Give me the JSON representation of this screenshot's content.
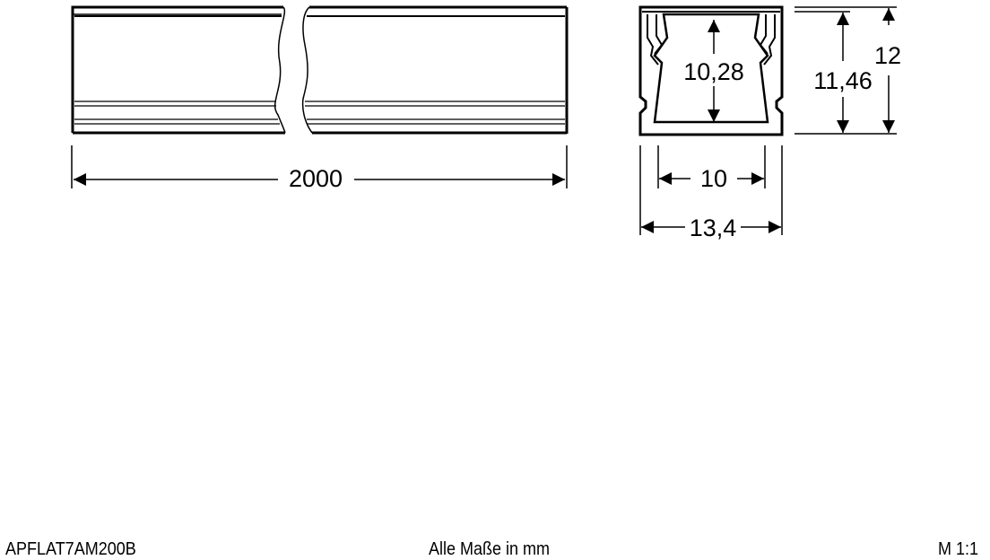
{
  "drawing": {
    "side_view": {
      "length_label": "2000"
    },
    "cross_section": {
      "inner_height_label": "10,28",
      "outer_height_label": "11,46",
      "total_height_label": "12",
      "inner_width_label": "10",
      "outer_width_label": "13,4"
    }
  },
  "footer": {
    "article_number": "APFLAT7AM200B",
    "units_note": "Alle Maße in mm",
    "scale": "M 1:1"
  }
}
